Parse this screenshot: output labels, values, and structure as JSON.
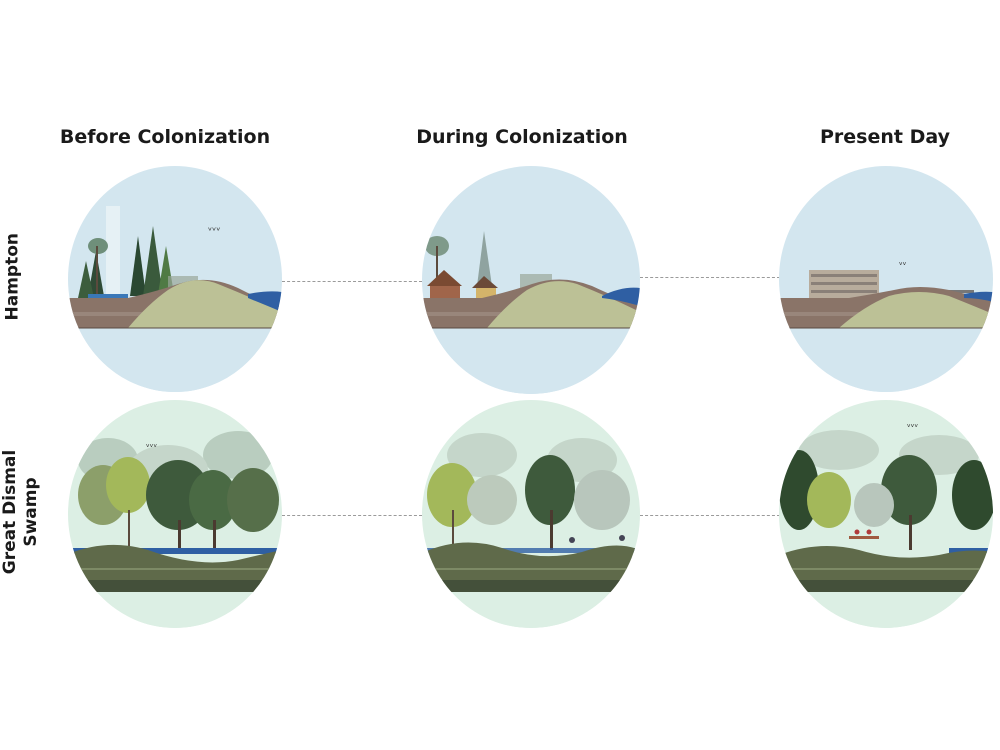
{
  "columns": {
    "before": "Before Colonization",
    "during": "During Colonization",
    "present": "Present Day"
  },
  "rows": {
    "hampton_line1": "Hampton",
    "swamp_line1": "Great Dismal",
    "swamp_line2": "Swamp"
  },
  "colors": {
    "hampton_sky": "#d3e6ef",
    "swamp_sky": "#dcefe4",
    "hill_sand": "#bcc196",
    "soil_brown": "#8a7468",
    "water_blue": "#2f5fa3",
    "swamp_ground": "#5f6a4a",
    "connector": "#9a9a9a"
  }
}
